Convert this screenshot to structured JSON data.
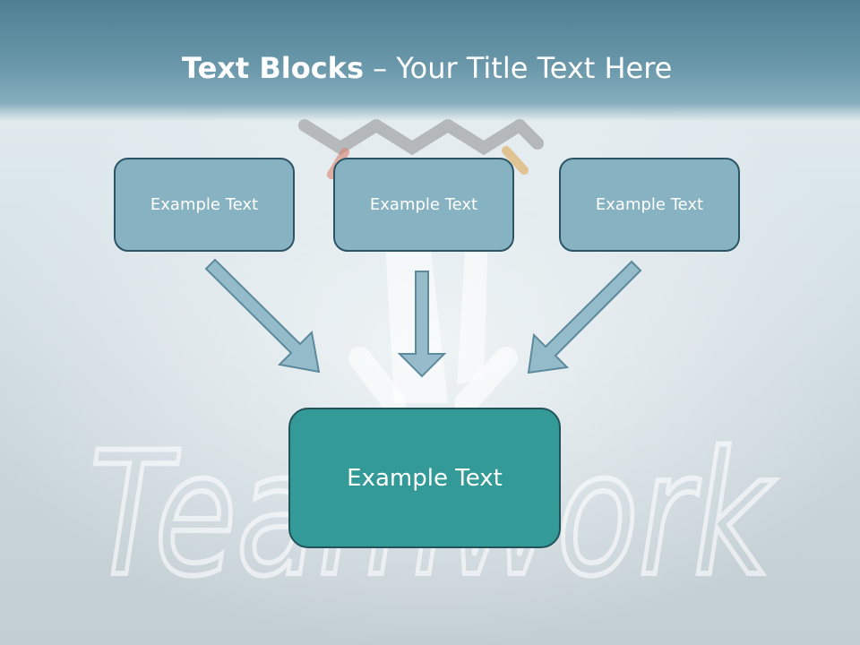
{
  "slide": {
    "title_bold": "Text Blocks",
    "title_separator": " – ",
    "title_rest": "Your Title Text Here",
    "boxes": [
      {
        "label": "Example Text"
      },
      {
        "label": "Example Text"
      },
      {
        "label": "Example Text"
      }
    ],
    "main_box": {
      "label": "Example Text"
    },
    "background_word": "Teamwork"
  },
  "colors": {
    "header": "#5d8ea2",
    "box_fill": "#86b2c1",
    "box_border": "#2c5466",
    "main_fill": "#339a98",
    "arrow_fill": "#8cb6c6",
    "arrow_stroke": "#4e7f93"
  },
  "icons": [
    "arrow-down-right-icon",
    "arrow-down-icon",
    "arrow-down-left-icon"
  ]
}
